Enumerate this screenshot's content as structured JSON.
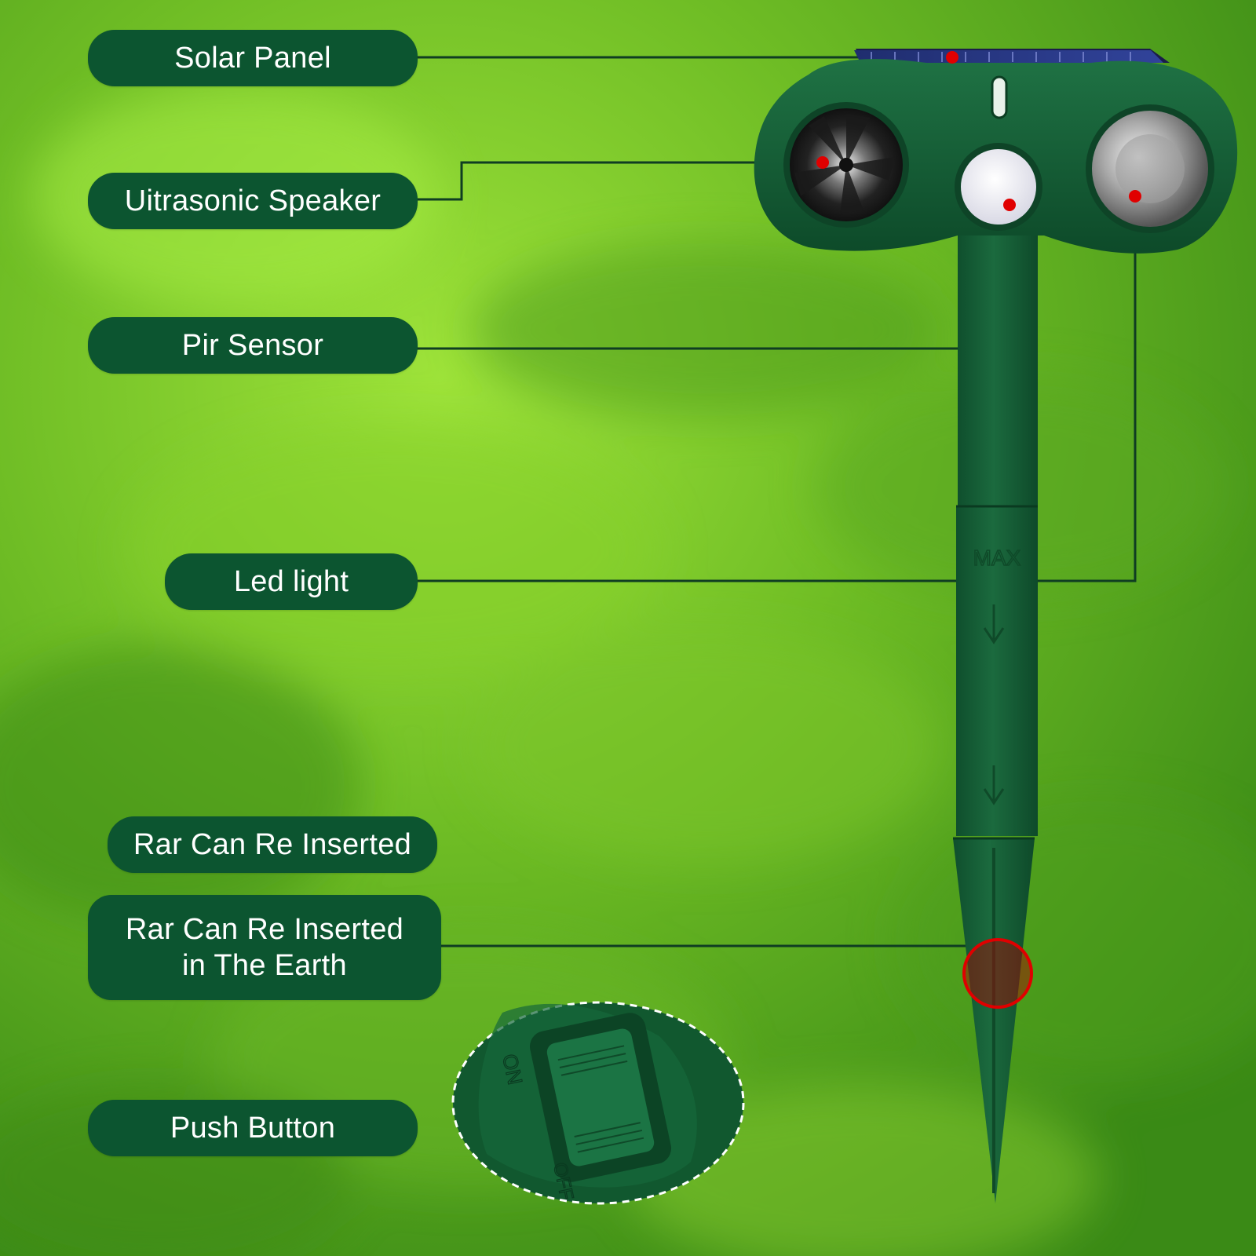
{
  "labels": {
    "solar_panel": "Solar Panel",
    "ultrasonic_speaker": "Uitrasonic Speaker",
    "pir_sensor": "Pir Sensor",
    "led_light": "Led light",
    "rar_inserted": "Rar Can Re Inserted",
    "rar_earth": "Rar Can Re Inserted\nin The Earth",
    "push_button": "Push Button"
  },
  "device_markings": {
    "max": "MAX",
    "on": "ON",
    "off": "OFF"
  },
  "colors": {
    "label_bg": "#0c5530",
    "label_text": "#ffffff",
    "device_green": "#17613a",
    "marker_red": "#e00000",
    "grass_light": "#8fd82a",
    "grass_dark": "#3f8f1a"
  },
  "icons": [
    "solar-panel-icon",
    "speaker-icon",
    "pir-sensor-icon",
    "led-light-icon",
    "arrow-down-icon",
    "switch-icon"
  ]
}
